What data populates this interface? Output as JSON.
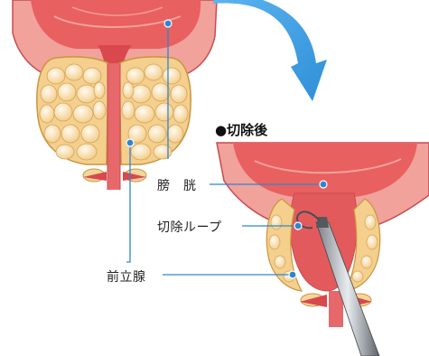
{
  "before_title": "",
  "after_title": "●切除後",
  "labels": {
    "bladder": "膀　胱",
    "resection_loop": "切除ループ",
    "prostate": "前立腺"
  },
  "colors": {
    "bladder_red": "#e4676a",
    "bladder_pink": "#f4a7a0",
    "prostate_yellow": "#f7dca5",
    "nodule_cream": "#fff6de",
    "arrow_blue": "#3d9fe0",
    "leader_blue": "#2e86cf"
  }
}
